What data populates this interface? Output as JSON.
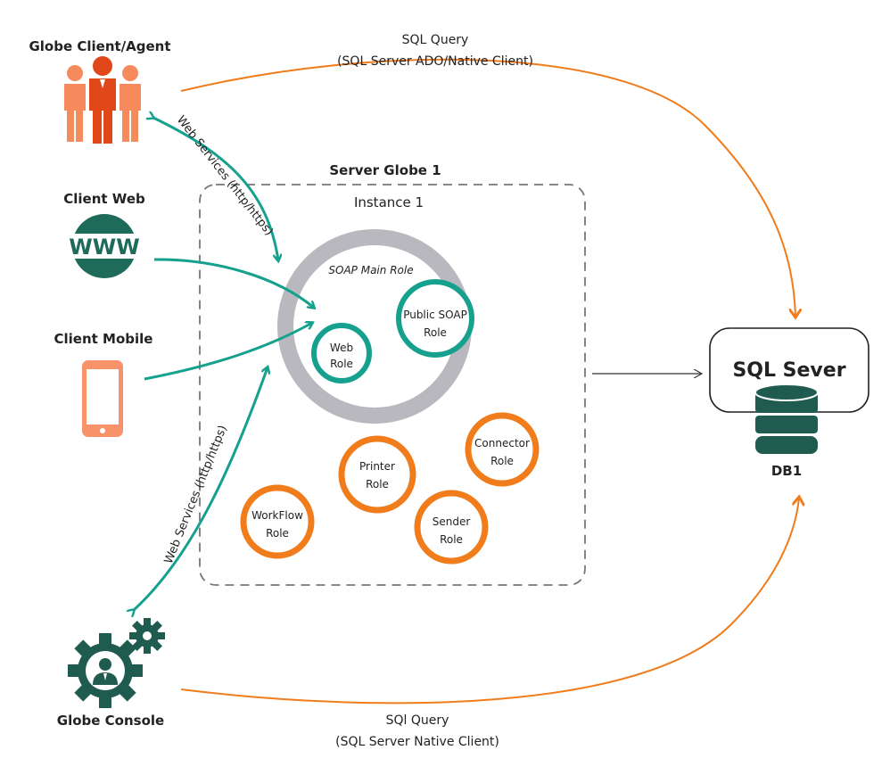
{
  "actors": {
    "client_agent": "Globe Client/Agent",
    "client_web": "Client Web",
    "web_icon_text": "WWW",
    "client_mobile": "Client Mobile",
    "console": "Globe Console"
  },
  "server": {
    "title": "Server Globe 1",
    "instance": "Instance 1",
    "soap_main_role": "SOAP Main Role",
    "web_role": [
      "Web",
      "Role"
    ],
    "public_soap_role": [
      "Public SOAP",
      "Role"
    ],
    "printer_role": [
      "Printer",
      "Role"
    ],
    "connector_role": [
      "Connector",
      "Role"
    ],
    "workflow_role": [
      "WorkFlow",
      "Role"
    ],
    "sender_role": [
      "Sender",
      "Role"
    ]
  },
  "database": {
    "server": "SQL Sever",
    "db": "DB1"
  },
  "connections": {
    "top_query": [
      "SQL Query",
      "(SQL Server ADO/Native Client)"
    ],
    "bottom_query": [
      "SQl Query",
      "(SQL Server Native Client)"
    ],
    "web_services_top": "Web Services (http/https)",
    "web_services_bottom": "Web Services (http/https)"
  },
  "colors": {
    "teal": "#16a08e",
    "orange": "#f07c1b",
    "dark_green": "#1f5c4f",
    "gray_ring": "#b8b8be",
    "people_orange": "#e6581e"
  }
}
